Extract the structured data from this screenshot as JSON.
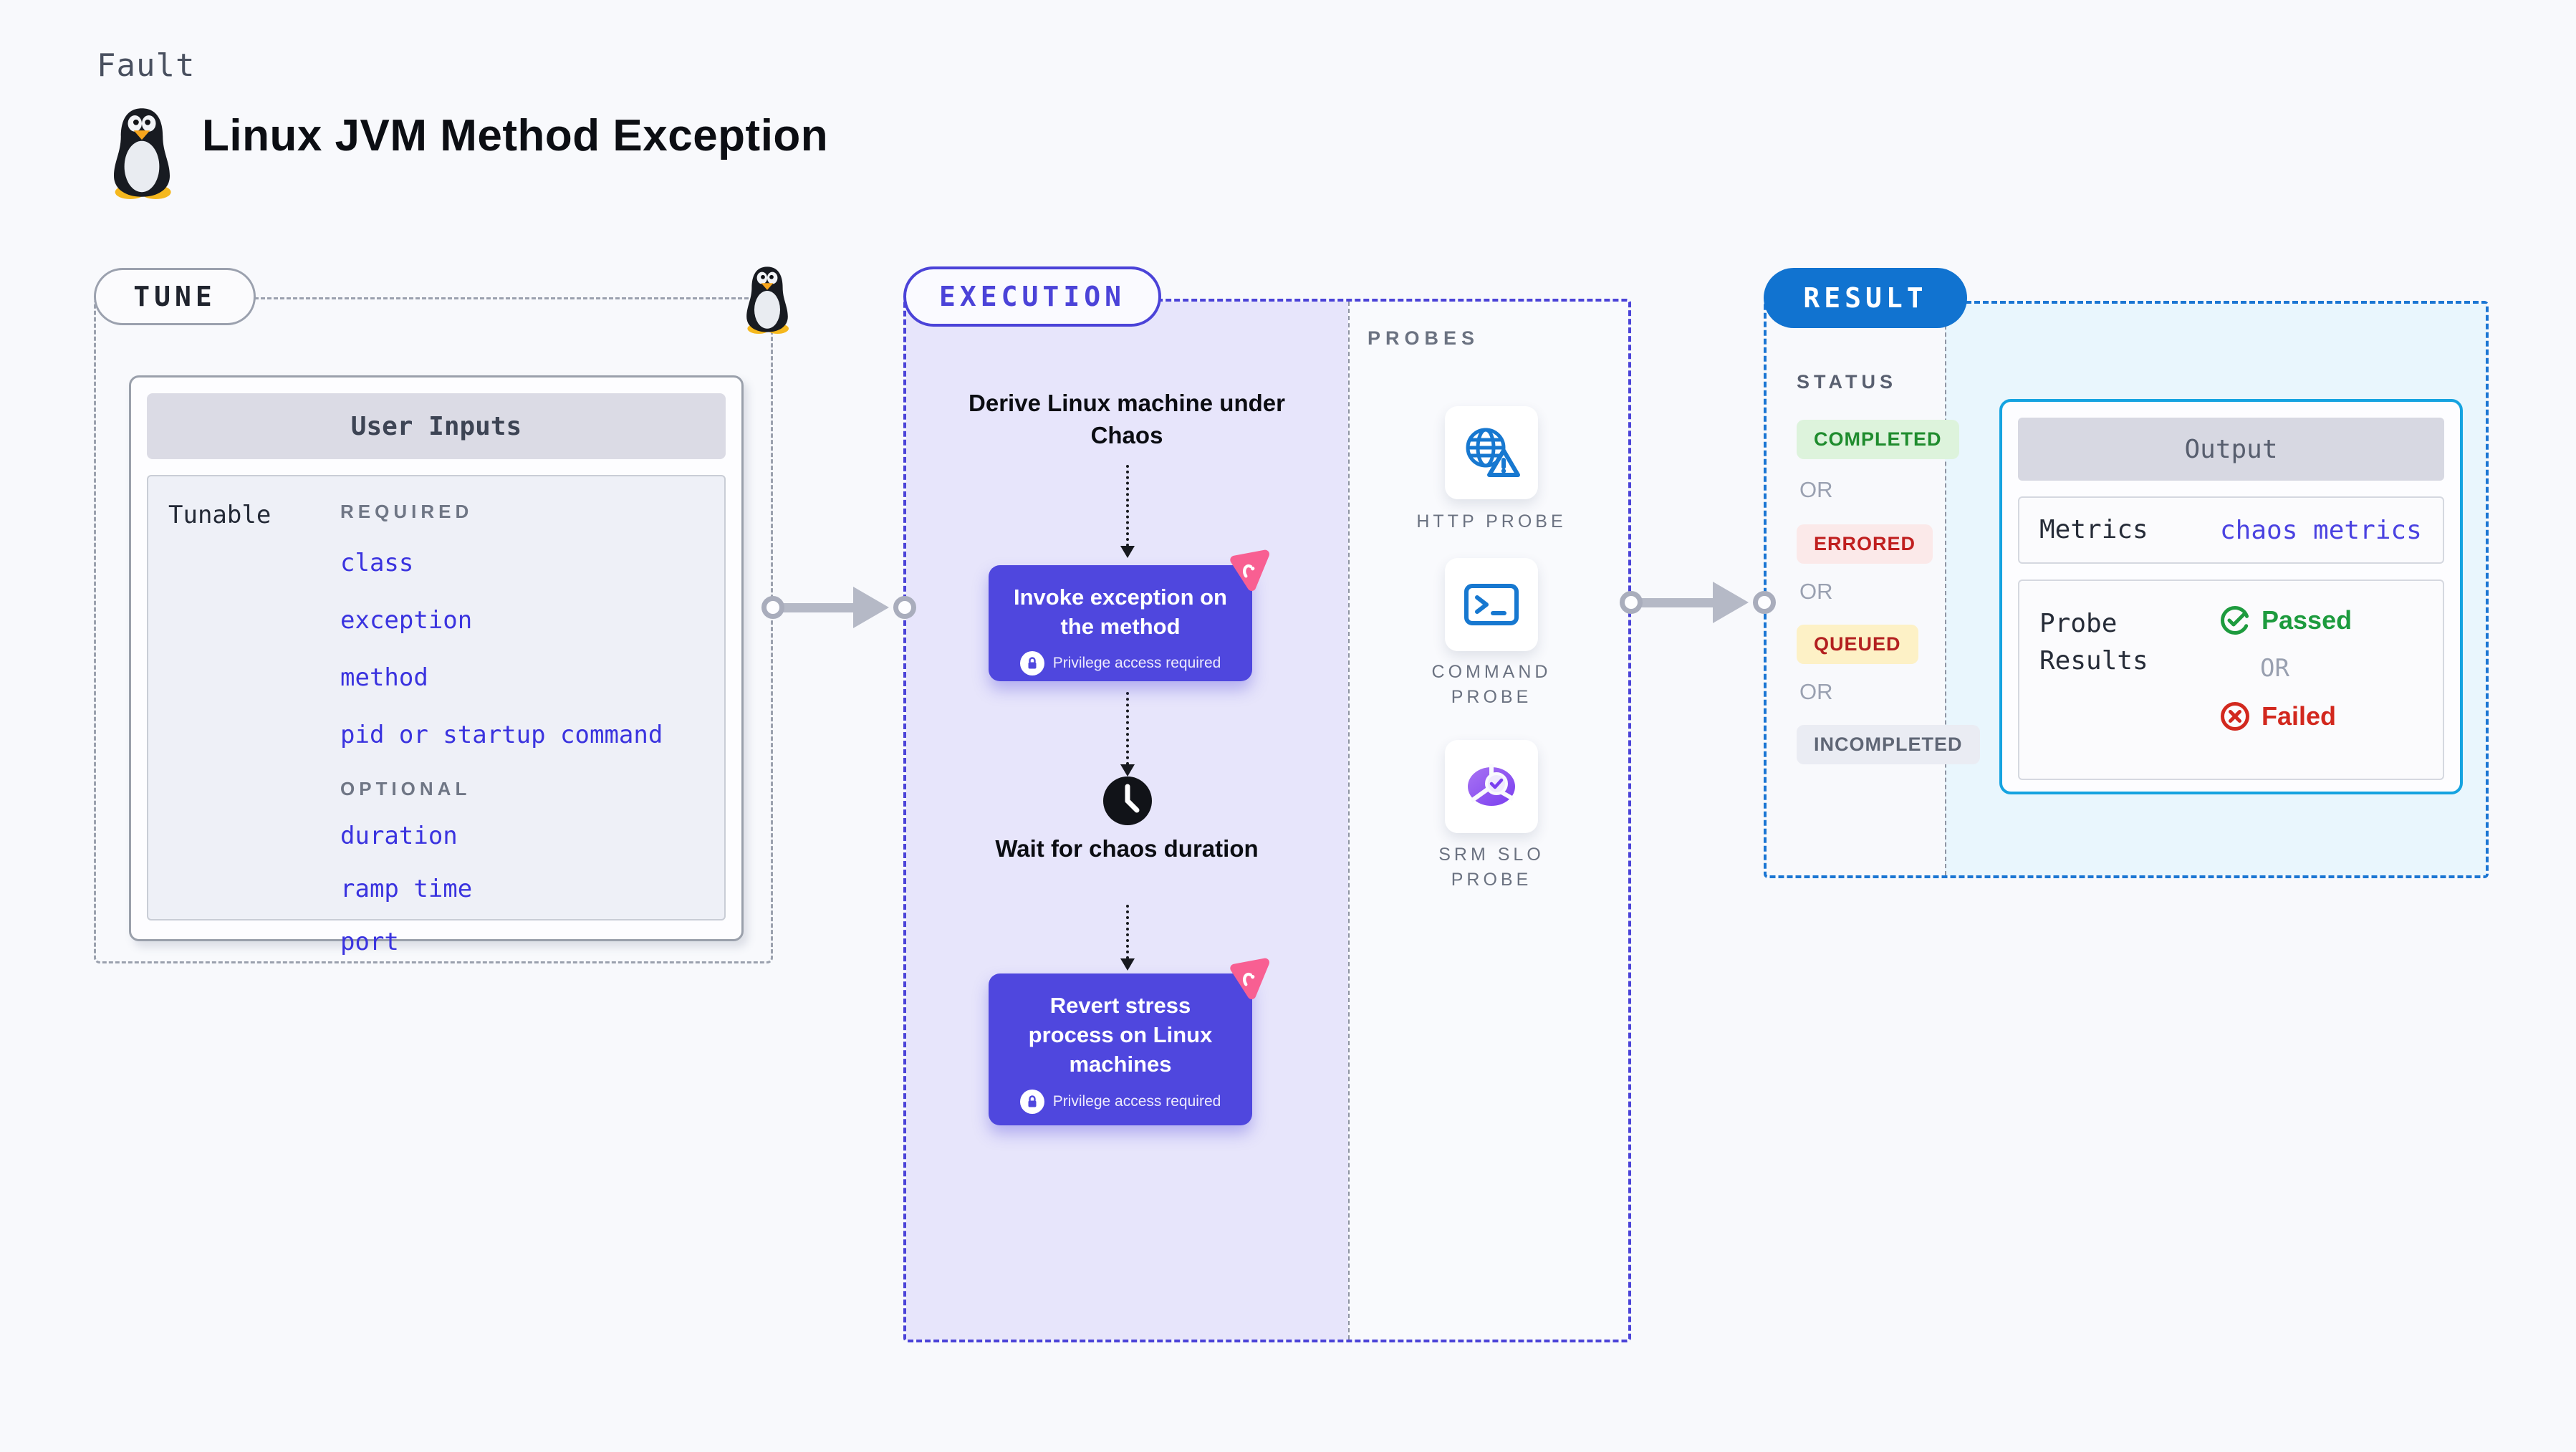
{
  "page": {
    "kicker": "Fault",
    "title": "Linux JVM Method Exception"
  },
  "tune": {
    "badge": "TUNE",
    "card_title": "User Inputs",
    "row_label": "Tunable",
    "required_label": "REQUIRED",
    "required_items": [
      "class",
      "exception",
      "method",
      "pid or startup command"
    ],
    "optional_label": "OPTIONAL",
    "optional_items": [
      "duration",
      "ramp time",
      "port"
    ]
  },
  "execution": {
    "badge": "EXECUTION",
    "steps": {
      "derive": "Derive Linux machine under Chaos",
      "invoke": "Invoke exception on the method",
      "wait": "Wait for chaos duration",
      "revert": "Revert stress process on Linux machines",
      "privilege_note": "Privilege access required"
    }
  },
  "probes": {
    "label": "PROBES",
    "items": [
      "HTTP PROBE",
      "COMMAND PROBE",
      "SRM SLO PROBE"
    ]
  },
  "result": {
    "badge": "RESULT",
    "status_label": "STATUS",
    "or_label": "OR",
    "statuses": [
      "COMPLETED",
      "ERRORED",
      "QUEUED",
      "INCOMPLETED"
    ],
    "output": {
      "title": "Output",
      "metrics_label": "Metrics",
      "metrics_value": "chaos metrics",
      "probe_results_label": "Probe Results",
      "passed": "Passed",
      "failed": "Failed"
    }
  },
  "icons": {
    "tux": "linux-penguin-icon",
    "lock": "lock-icon",
    "chaos": "litmus-chaos-icon",
    "clock": "clock-icon",
    "http": "globe-warning-icon",
    "command": "terminal-icon",
    "srm_slo": "slo-pie-check-icon",
    "passed": "check-circle-icon",
    "failed": "x-circle-icon"
  },
  "colors": {
    "page_bg": "#f8f9fc",
    "tune_border": "#9ba1ae",
    "execution_accent": "#4b43d8",
    "execution_bg": "#e7e5fb",
    "node_purple": "#4f47de",
    "chaos_pink": "#f85f92",
    "result_accent": "#1173d0",
    "result_bg": "#e9f6fd",
    "output_border": "#15a3e0",
    "link_blue": "#3a33df",
    "probe_icon_blue": "#1778d0",
    "status_green": "#1f8c2e",
    "status_red": "#c01f1f",
    "status_queued": "#b32020",
    "passed_green": "#1d9b3e",
    "failed_red": "#d2281e"
  }
}
